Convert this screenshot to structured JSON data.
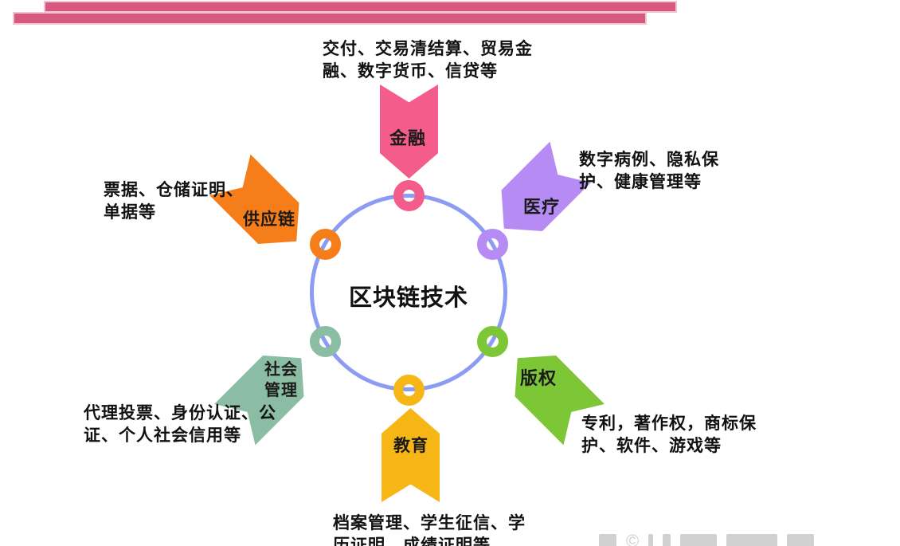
{
  "hub": {
    "title": "区块链技术",
    "ring_color": "#8B9CF2"
  },
  "accent_bars": {
    "color": "#D8597F",
    "halo_color": "#F2C3D2"
  },
  "sectors": [
    {
      "id": "finance",
      "label": "金融",
      "color": "#F45C8C",
      "desc_lines": [
        "交付、交易清结算、贸易金",
        "融、数字货币、信贷等"
      ]
    },
    {
      "id": "medical",
      "label": "医疗",
      "color": "#B68CF4",
      "desc_lines": [
        "数字病例、隐私保",
        "护、健康管理等"
      ]
    },
    {
      "id": "supply-chain",
      "label": "供应链",
      "color": "#F57D1A",
      "desc_lines": [
        "票据、仓储证明、",
        "单据等"
      ]
    },
    {
      "id": "social-management",
      "label": "社会管理",
      "label_lines": [
        "社会",
        "管理"
      ],
      "color": "#8BBCA4",
      "desc_lines": [
        "代理投票、身份认证、公",
        "证、个人社会信用等"
      ]
    },
    {
      "id": "copyright",
      "label": "版权",
      "color": "#7DC636",
      "desc_lines": [
        "专利，著作权，商标保",
        "护、软件、游戏等"
      ]
    },
    {
      "id": "education",
      "label": "教育",
      "color": "#F6B616",
      "desc_lines": [
        "档案管理、学生征信、学",
        "历证明、成绩证明等"
      ]
    }
  ],
  "watermark": {
    "symbol": "©"
  }
}
